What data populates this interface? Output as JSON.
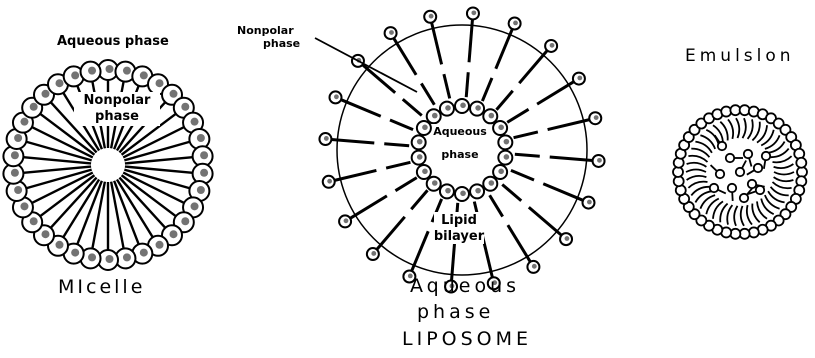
{
  "micelle": {
    "outer_label": "Aqueous phase",
    "inner_label_line1": "Nonpolar",
    "inner_label_line2": "phase",
    "title": "MIcelle"
  },
  "liposome": {
    "nonpolar_line1": "Nonpolar",
    "nonpolar_line2": "phase",
    "inner_line1": "Aqueous",
    "inner_line2": "phase",
    "bilayer_line1": "Lipid",
    "bilayer_line2": "bilayer",
    "outer_line1": "Aqueous",
    "outer_line2": "phase",
    "title": "LIPOSOME"
  },
  "emulsion": {
    "title": "Emulslon"
  }
}
